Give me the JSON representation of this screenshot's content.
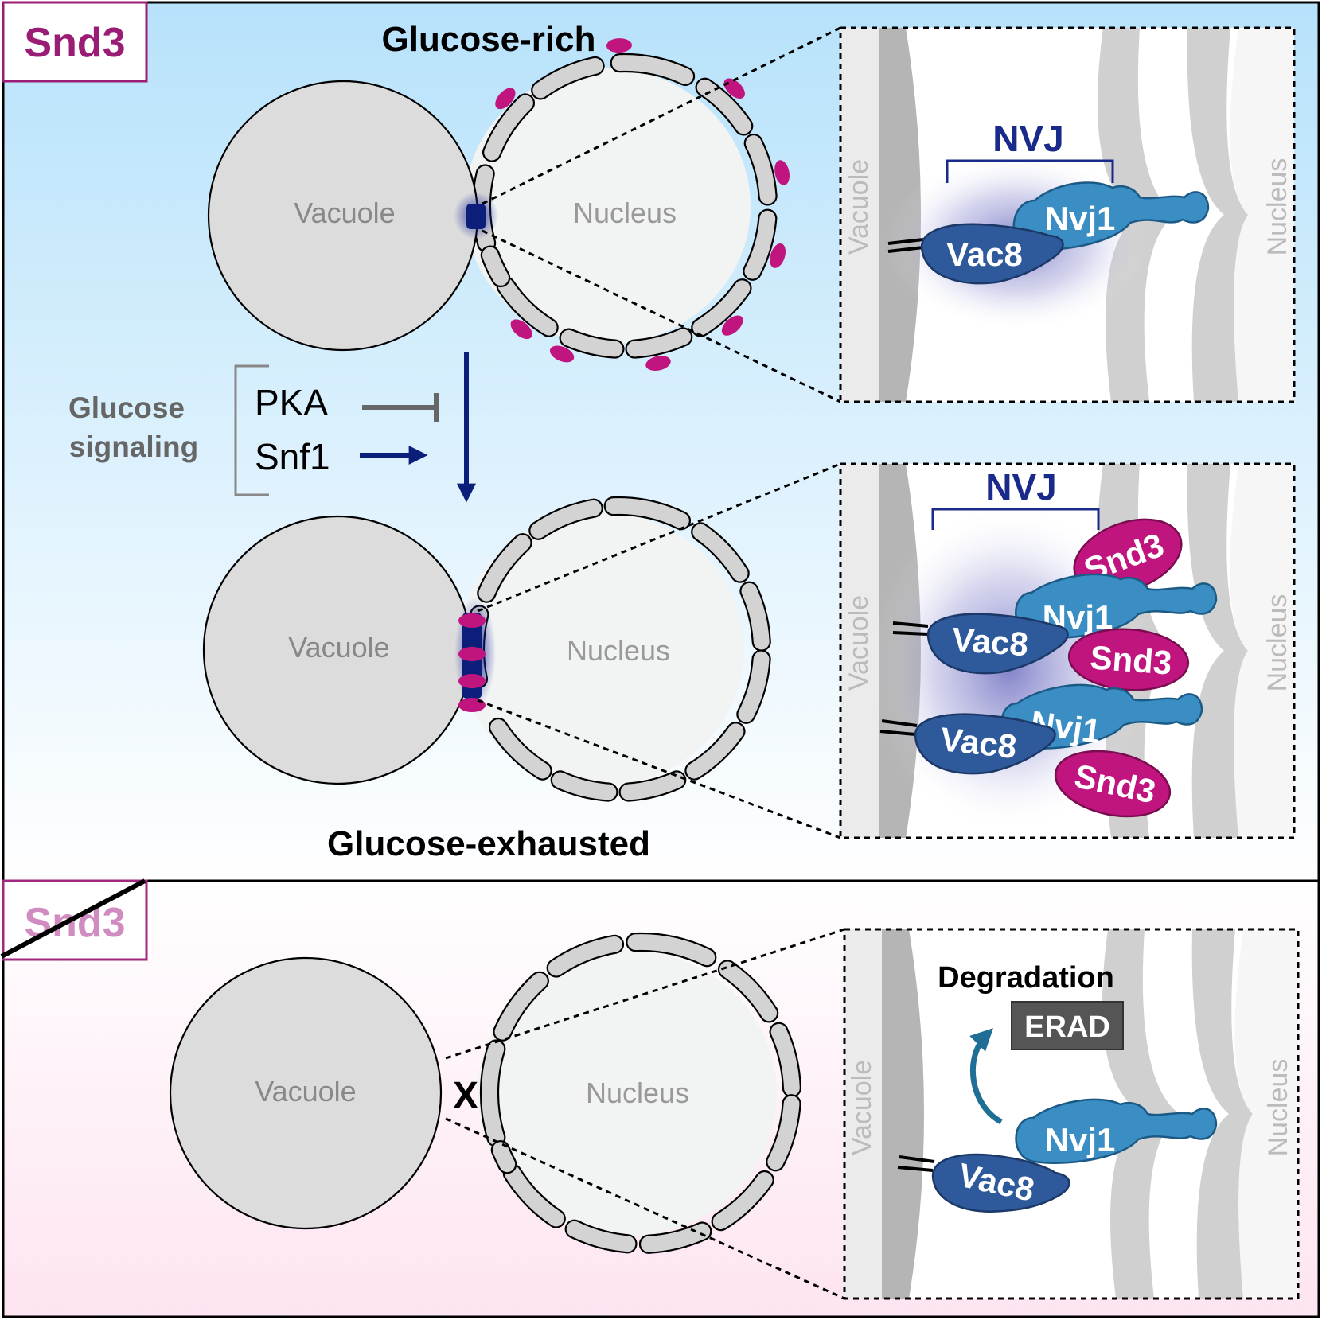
{
  "panels": {
    "wildtype": {
      "tag": "Snd3",
      "top_title": "Glucose-rich",
      "bottom_title": "Glucose-exhausted",
      "signaling": {
        "label_line1": "Glucose",
        "label_line2": "signaling",
        "pka": "PKA",
        "snf1": "Snf1"
      },
      "top_cell": {
        "vacuole": "Vacuole",
        "nucleus": "Nucleus"
      },
      "bottom_cell": {
        "vacuole": "Vacuole",
        "nucleus": "Nucleus"
      },
      "top_inset": {
        "vacuole": "Vacuole",
        "nucleus": "Nucleus",
        "junction": "NVJ",
        "vac8": "Vac8",
        "nvj1": "Nvj1"
      },
      "bottom_inset": {
        "vacuole": "Vacuole",
        "nucleus": "Nucleus",
        "junction": "NVJ",
        "vac8_a": "Vac8",
        "nvj1_a": "Nvj1",
        "snd3_a1": "Snd3",
        "snd3_a2": "Snd3",
        "vac8_b": "Vac8",
        "nvj1_b": "Nvj1",
        "snd3_b": "Snd3"
      }
    },
    "deletion": {
      "tag": "Snd3",
      "cell": {
        "vacuole": "Vacuole",
        "nucleus": "Nucleus",
        "no_contact": "X"
      },
      "inset": {
        "vacuole": "Vacuole",
        "nucleus": "Nucleus",
        "degradation": "Degradation",
        "erad": "ERAD",
        "nvj1": "Nvj1",
        "vac8": "Vac8"
      }
    }
  },
  "colors": {
    "snd3": "#c0157f",
    "vac8": "#2e5a9c",
    "nvj1": "#3a8ec4",
    "nvj": "#0b1f7a",
    "erad": "#555555"
  }
}
